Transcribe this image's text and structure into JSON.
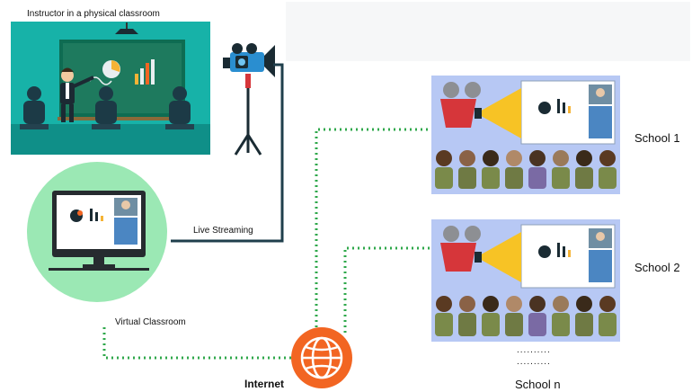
{
  "labels": {
    "physical_classroom": "Instructor in a physical classroom",
    "live_streaming": "Live Streaming",
    "virtual_classroom": "Virtual Classroom",
    "internet": "Internet",
    "school_1": "School 1",
    "school_2": "School 2",
    "school_n": "School n",
    "ellipsis_1": "..........",
    "ellipsis_2": ".........."
  },
  "colors": {
    "classroom_bg": "#17b2a8",
    "board": "#1e7a5e",
    "virtual_circle": "#9be8b4",
    "cable": "#1f3f4c",
    "dotted_link": "#2fa84b",
    "internet_orange": "#f26522",
    "school_bg": "#b7c8f4",
    "projector_red": "#d6363a",
    "beam_yellow": "#f7c325",
    "camera_blue": "#2a8ed0"
  },
  "icons": [
    "video-camera-icon",
    "tripod-icon",
    "monitor-icon",
    "globe-icon",
    "projector-icon",
    "instructor-icon"
  ]
}
